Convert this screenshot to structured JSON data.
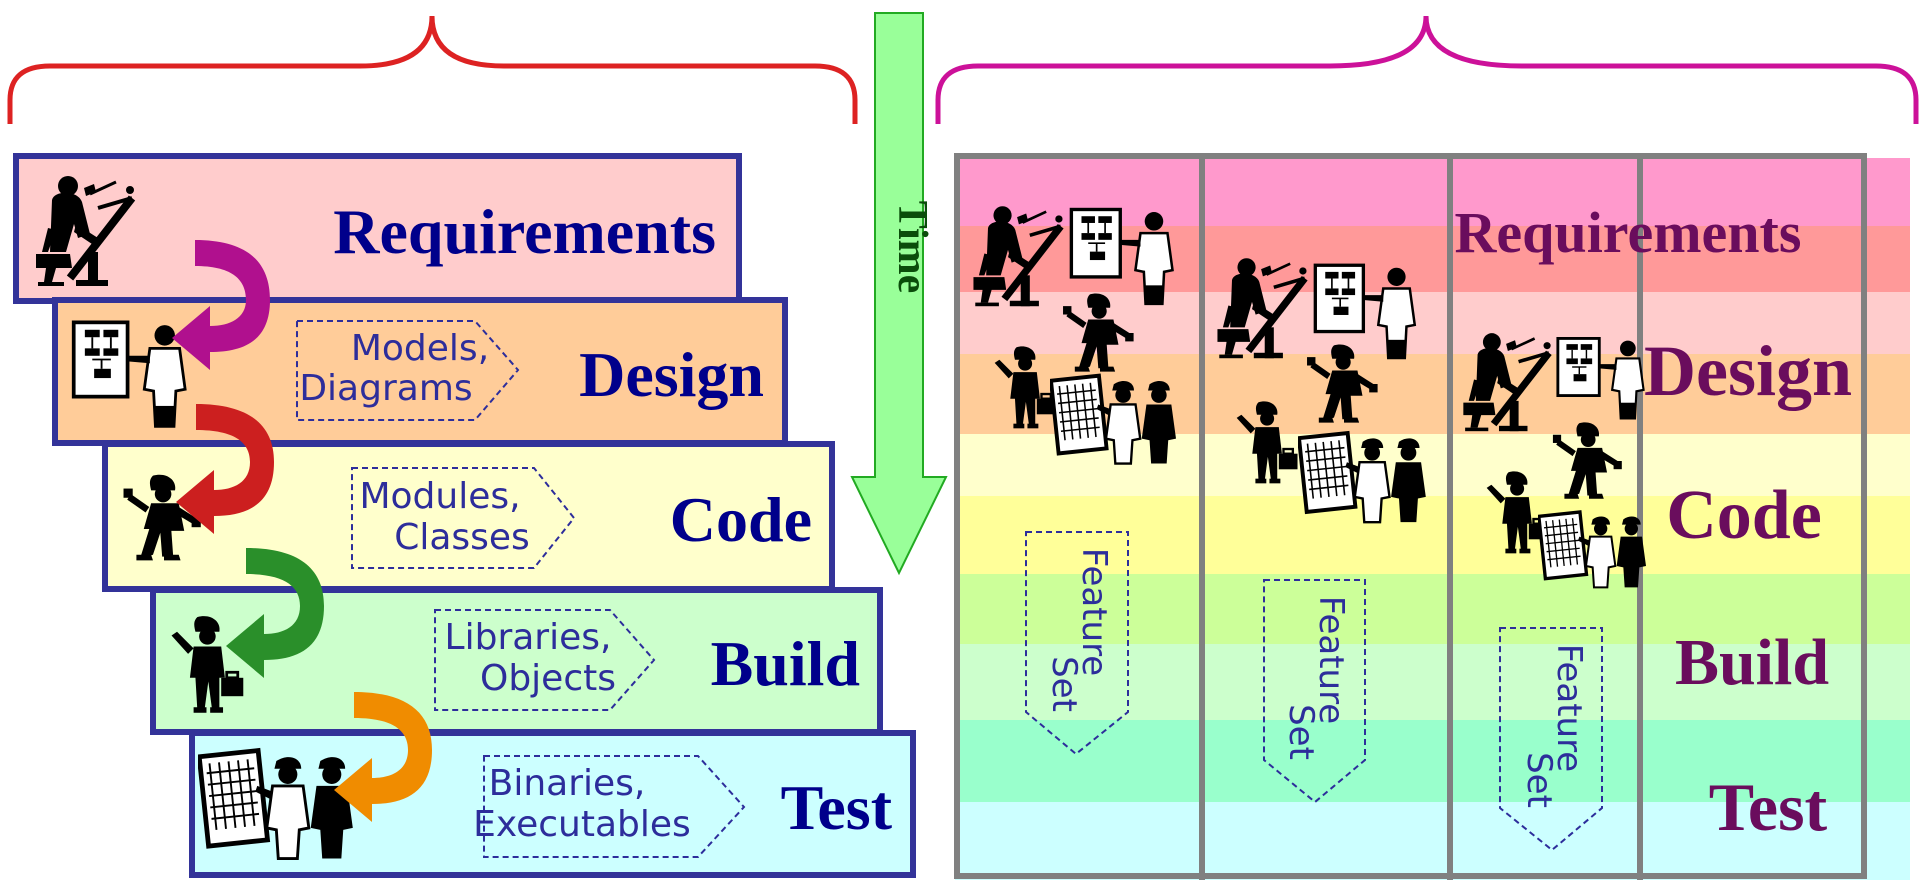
{
  "diagram": {
    "left_stages": [
      {
        "label": "Requirements",
        "artifact": [
          "",
          ""
        ],
        "fill": "#ffcccc"
      },
      {
        "label": "Design",
        "artifact": [
          "Models,",
          "Diagrams"
        ],
        "fill": "#ffcc99"
      },
      {
        "label": "Code",
        "artifact": [
          "Modules,",
          "Classes"
        ],
        "fill": "#ffffcc"
      },
      {
        "label": "Build",
        "artifact": [
          "Libraries,",
          "Objects"
        ],
        "fill": "#ccffcc"
      },
      {
        "label": "Test",
        "artifact": [
          "Binaries,",
          "Executables"
        ],
        "fill": "#ccffff"
      }
    ],
    "time_label": "Time",
    "right_labels": [
      "Requirements",
      "Design",
      "Code",
      "Build",
      "Test"
    ],
    "feature_set_label": [
      "Feature",
      "Set"
    ],
    "colors": {
      "left_brace": "#dd2222",
      "right_brace": "#cc1199",
      "stage_border": "#333399",
      "stage_text": "#00008b",
      "right_text": "#6a0d5d",
      "time_arrow": "#99ff99",
      "time_arrow_border": "#22aa22",
      "column_border": "#808080",
      "figure": "#000000"
    },
    "icons": {
      "drafter": "drafter-icon",
      "analyst": "analyst-icon",
      "coder": "coder-icon",
      "builder": "builder-icon",
      "tester": "tester-icon",
      "flow_arrow": "curved-arrow-icon",
      "time_arrow": "down-arrow-icon"
    }
  }
}
